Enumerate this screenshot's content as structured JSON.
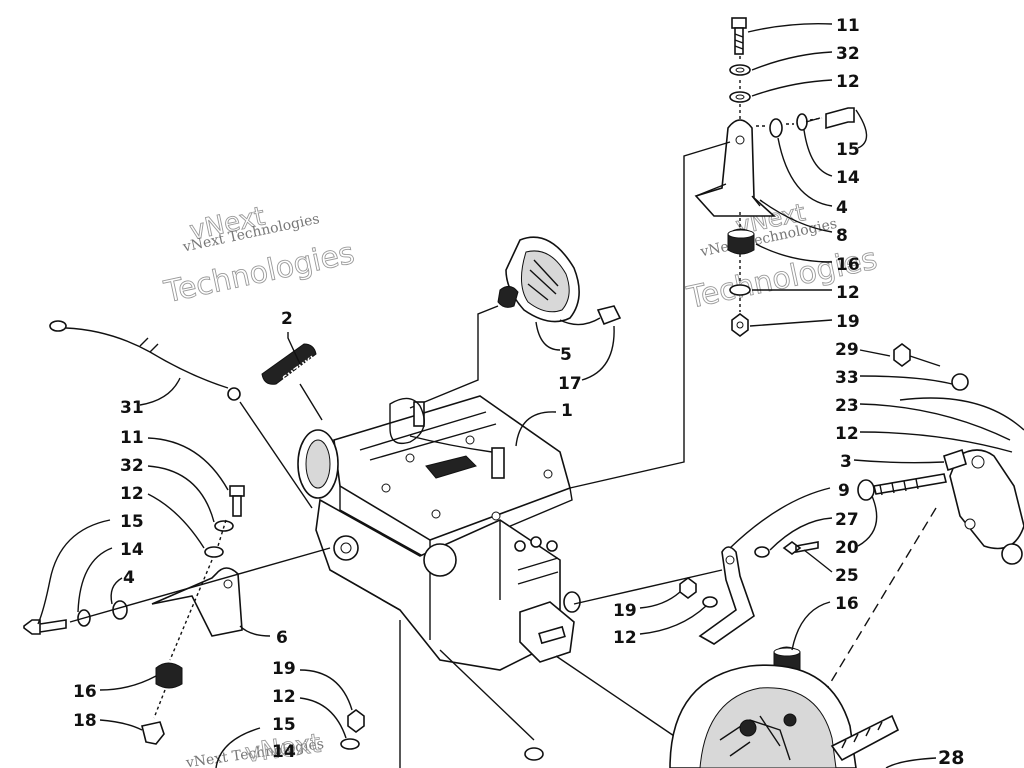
{
  "callouts": {
    "c11a": "11",
    "c32a": "32",
    "c12a": "12",
    "c15a": "15",
    "c14a": "14",
    "c4a": "4",
    "c8a": "8",
    "c16a": "16",
    "c12b": "12",
    "c19a": "19",
    "c2": "2",
    "c5": "5",
    "c17": "17",
    "c1": "1",
    "c31": "31",
    "c11b": "11",
    "c32b": "32",
    "c12c": "12",
    "c15b": "15",
    "c14b": "14",
    "c4b": "4",
    "c6": "6",
    "c16b": "16",
    "c18": "18",
    "c19b": "19",
    "c12d": "12",
    "c15c": "15",
    "c14c": "14",
    "c29": "29",
    "c33": "33",
    "c23": "23",
    "c12e": "12",
    "c3": "3",
    "c9": "9",
    "c27": "27",
    "c20": "20",
    "c25": "25",
    "c19c": "19",
    "c12f": "12",
    "c16c": "16",
    "c28": "28"
  },
  "watermarks": {
    "brand": "vNext",
    "full": "vNext Technologies",
    "tech": "Technologies"
  },
  "decal_text": "SUZUKI"
}
